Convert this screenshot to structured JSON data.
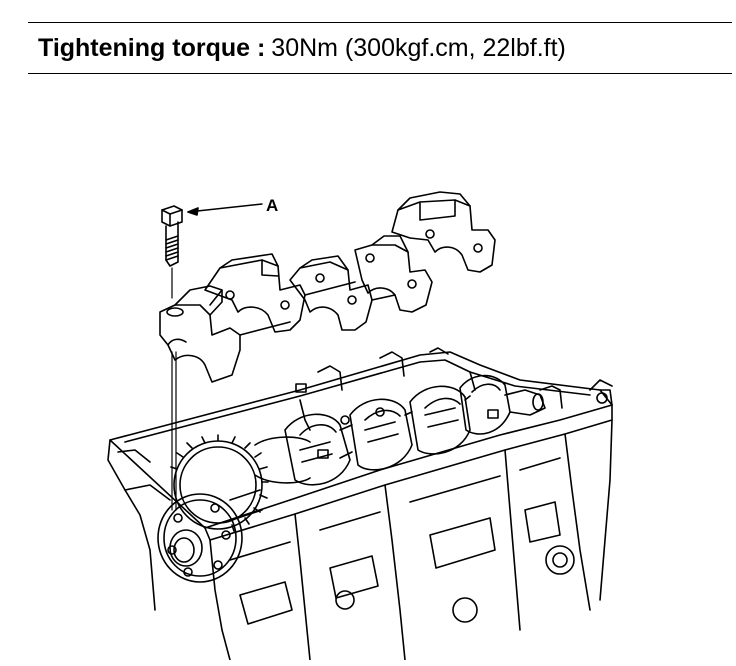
{
  "spec": {
    "label": "Tightening torque :",
    "value": "30Nm (300kgf.cm, 22lbf.ft)"
  },
  "diagram": {
    "callout_a": "A"
  }
}
